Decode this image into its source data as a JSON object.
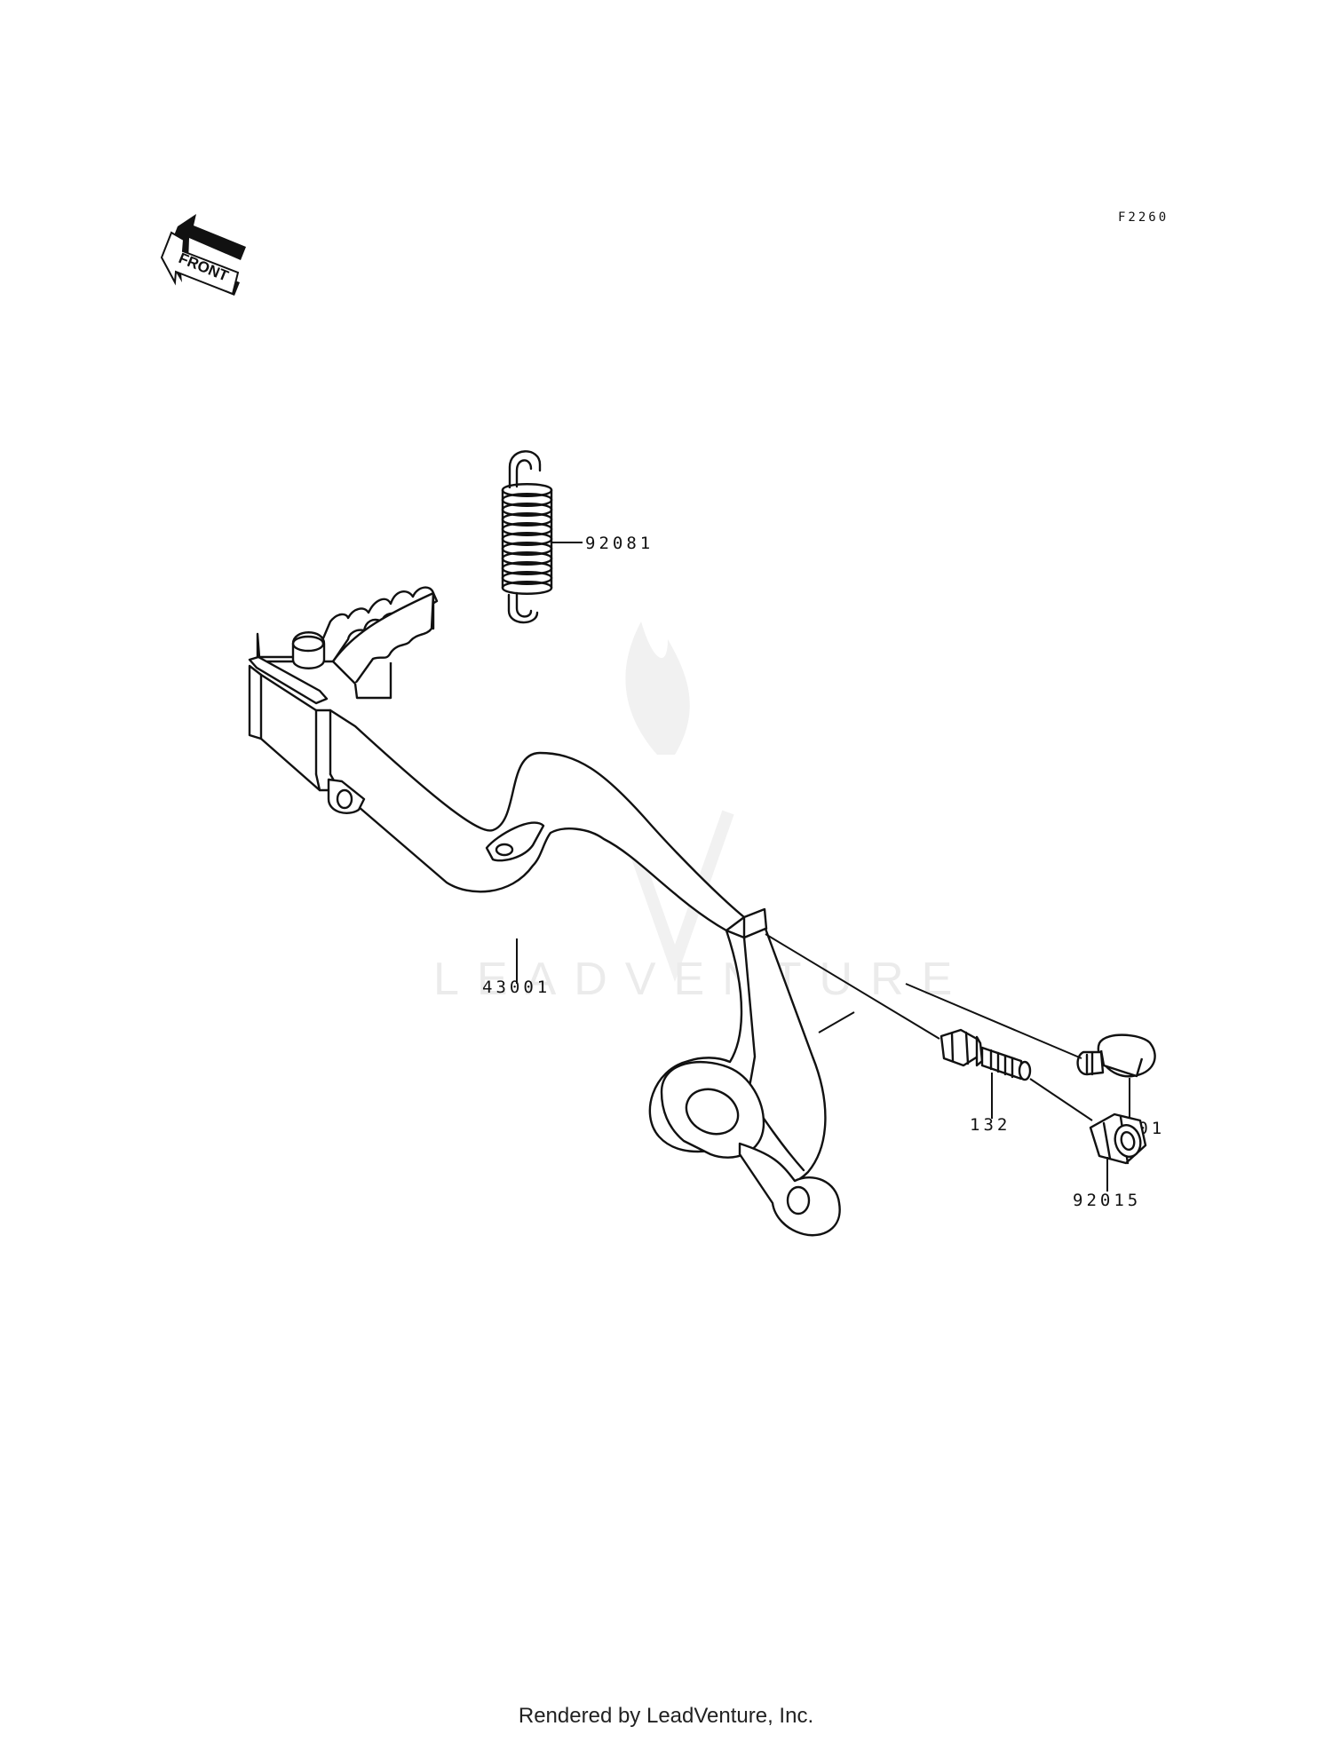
{
  "diagram": {
    "code": "F2260",
    "front_label": "FRONT",
    "watermark": "LEADVENTURE",
    "parts": [
      {
        "id": "92081"
      },
      {
        "id": "43001"
      },
      {
        "id": "92001"
      },
      {
        "id": "132"
      },
      {
        "id": "92015"
      }
    ],
    "footer": "Rendered by LeadVenture, Inc."
  }
}
